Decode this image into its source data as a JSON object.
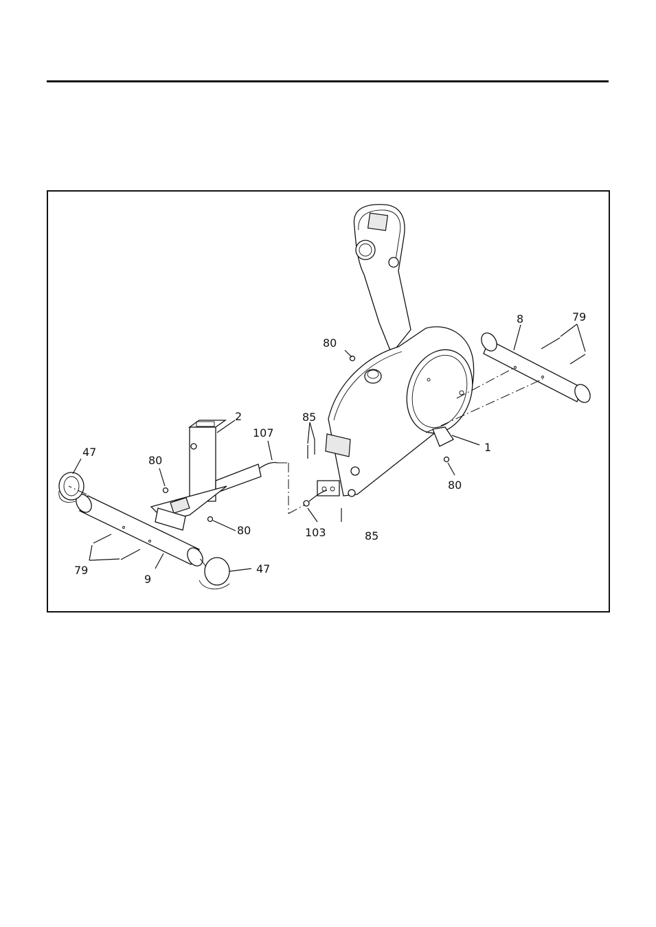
{
  "diagram": {
    "labels": {
      "frame_main": "1",
      "front_stabilizer_post": "2",
      "rear_stabilizer": "8",
      "front_stabilizer": "9",
      "end_cap_top": "47",
      "end_cap_bottom": "47",
      "bolt_front": "79",
      "bolt_rear": "79",
      "washer_left": "80",
      "washer_mid": "80",
      "washer_top": "80",
      "washer_right": "80",
      "screw_top": "85",
      "screw_bottom": "85",
      "cable_upper": "107",
      "cable_lower": "103"
    }
  }
}
